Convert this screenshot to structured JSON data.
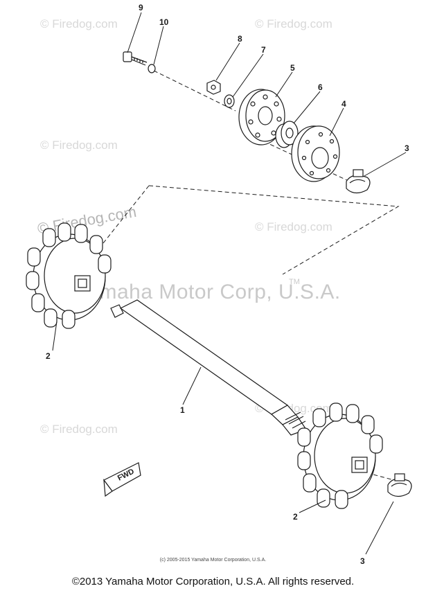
{
  "watermark": {
    "site": "© Firedog.com",
    "brand": "Yamaha Motor Corp, U.S.A.",
    "trademark": "TM"
  },
  "callouts": {
    "shaft": "1",
    "sprocket_left": "2",
    "sprocket_right": "2",
    "clamp_upper": "3",
    "clamp_lower": "3",
    "flange_plate": "4",
    "hub_plate": "5",
    "bearing": "6",
    "washer": "7",
    "nut": "8",
    "bolt": "9",
    "lock_washer": "10"
  },
  "arrow_badge": "FWD",
  "fineprint": "(c) 2005-2015 Yamaha Motor Corporation, U.S.A.",
  "footer": "©2013 Yamaha Motor Corporation, U.S.A. All rights reserved.",
  "colors": {
    "line": "#1a1a1a",
    "watermark": "#d0d0d0"
  }
}
